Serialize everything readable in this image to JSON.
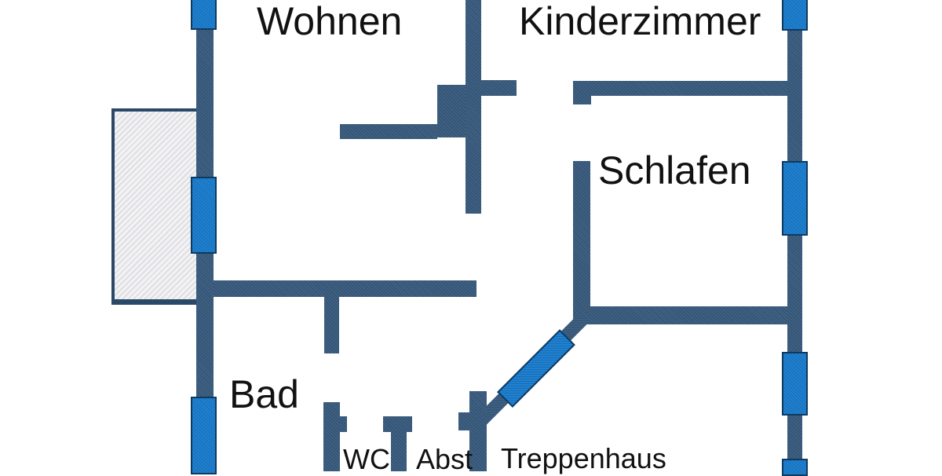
{
  "labels": {
    "wohnen": "Wohnen",
    "kinderzimmer": "Kinderzimmer",
    "schlafen": "Schlafen",
    "bad": "Bad",
    "wc": "WC",
    "abst": "Abst",
    "treppenhaus": "Treppenhaus"
  },
  "colors": {
    "wall": "#36597c",
    "window": "#1478cb",
    "window_border": "#0e3a60",
    "balcony_fill": "#ebebee",
    "balcony_border": "#2a4968",
    "text": "#111111",
    "background": "#ffffff"
  }
}
